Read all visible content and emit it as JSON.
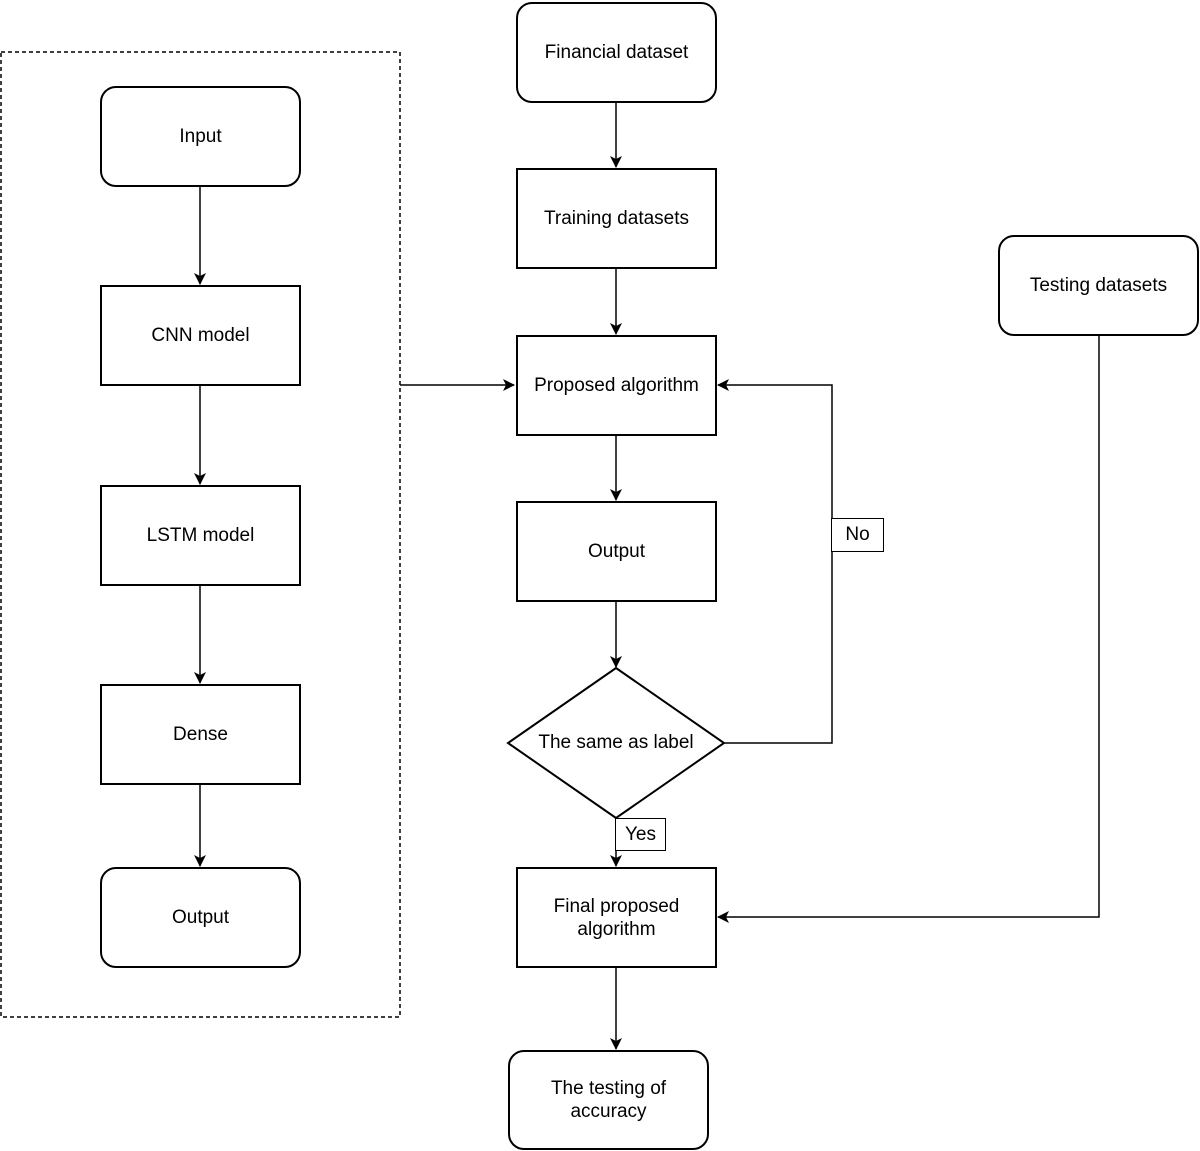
{
  "model_group": {
    "input": "Input",
    "cnn": "CNN model",
    "lstm": "LSTM model",
    "dense": "Dense",
    "output": "Output"
  },
  "main_flow": {
    "financial_dataset": "Financial dataset",
    "training_datasets": "Training datasets",
    "proposed_algorithm": "Proposed algorithm",
    "output": "Output",
    "decision": "The same as label",
    "final_proposed_algorithm": "Final proposed algorithm",
    "testing_accuracy": "The testing of accuracy"
  },
  "testing_datasets": "Testing datasets",
  "edge_labels": {
    "no": "No",
    "yes": "Yes"
  }
}
